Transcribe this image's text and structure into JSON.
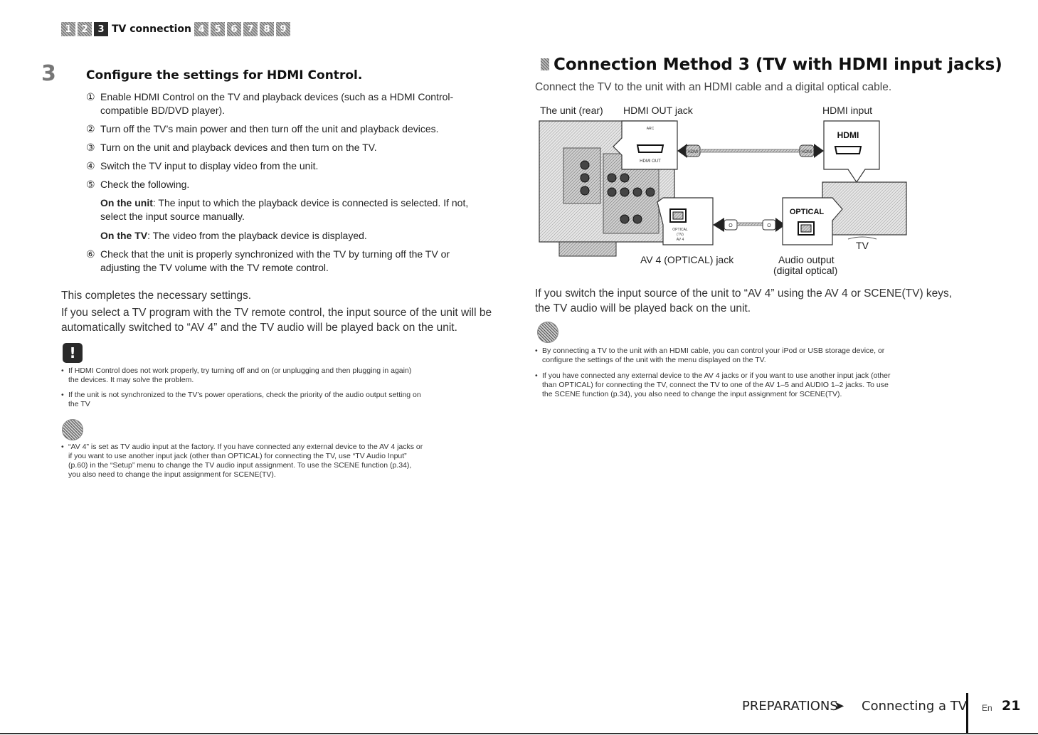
{
  "nav": {
    "steps_before": [
      "1",
      "2"
    ],
    "current_step": "3",
    "current_label": "TV connection",
    "steps_after": [
      "4",
      "5",
      "6",
      "7",
      "8",
      "9"
    ]
  },
  "left": {
    "step_number": "3",
    "step_title": "Configure the settings for HDMI Control.",
    "substeps": [
      {
        "num": "①",
        "lines": [
          "Enable HDMI Control on the TV and playback devices (such as a HDMI Control-",
          "compatible BD/DVD player)."
        ]
      },
      {
        "num": "②",
        "lines": [
          "Turn off the TV’s main power and then turn off the unit and playback devices."
        ]
      },
      {
        "num": "③",
        "lines": [
          "Turn on the unit and playback devices and then turn on the TV."
        ]
      },
      {
        "num": "④",
        "lines": [
          "Switch the TV input to display video from the unit."
        ]
      },
      {
        "num": "⑤",
        "lines": [
          "Check the following."
        ]
      }
    ],
    "check_unit_label": "On the unit",
    "check_unit_text_1": ": The input to which the playback device is connected is selected. If not,",
    "check_unit_text_2": "select the input source manually.",
    "check_tv_label": "On the TV",
    "check_tv_text": ": The video from the playback device is displayed.",
    "substep6_num": "⑥",
    "substep6_line1": "Check that the unit is properly synchronized with the TV by turning off the TV or",
    "substep6_line2": "adjusting the TV volume with the TV remote control.",
    "completes": "This completes the necessary settings.",
    "para_line1": "If you select a TV program with the TV remote control, the input source of the unit will be",
    "para_line2": "automatically switched to “AV 4” and the TV audio will be played back on the unit.",
    "caution_symbol": "!",
    "caution_notes": [
      [
        "If HDMI Control does not work properly, try turning off and on (or unplugging and then plugging in again)",
        "the devices. It may solve the problem."
      ],
      [
        "If the unit is not synchronized to the TV’s power operations, check the priority of the audio output setting on",
        "the TV"
      ]
    ],
    "hint_notes": [
      [
        "“AV 4” is set as TV audio input at the factory. If you have connected any external device to the AV 4 jacks or",
        "if you want to use another input jack (other than OPTICAL) for connecting the TV, use “TV Audio Input”",
        "(p.60) in the “Setup” menu to change the TV audio input assignment. To use the SCENE function (p.34),",
        "you also need to change the input assignment for SCENE(TV)."
      ]
    ]
  },
  "right": {
    "title": "Connection Method 3 (TV with HDMI input jacks)",
    "intro": "Connect the TV to the unit with an HDMI cable and a digital optical cable.",
    "diagram": {
      "unit_rear": "The unit (rear)",
      "hdmi_out_jack": "HDMI OUT jack",
      "hdmi_input": "HDMI input",
      "hdmi_badge": "HDMI",
      "hdmi_out_small": "HDMI OUT",
      "arc_small": "ARC",
      "optical_badge": "OPTICAL",
      "optical_small": "OPTICAL",
      "tv_small": "(TV)",
      "av4_small": "AV 4",
      "cable_hdmi": "HDMI",
      "cable_optical": "O",
      "tv_label": "TV",
      "av4_jack": "AV 4 (OPTICAL) jack",
      "audio_output_1": "Audio output",
      "audio_output_2": "(digital optical)"
    },
    "para_line1": "If you switch the input source of the unit to “AV 4” using the AV 4 or SCENE(TV) keys,",
    "para_line2": "the TV audio will be played back on the unit.",
    "hint_notes": [
      [
        "By connecting a TV to the unit with an HDMI cable, you can control your iPod or USB storage device, or",
        "configure the settings of the unit with the menu displayed on the TV."
      ],
      [
        "If you have connected any external device to the AV 4 jacks or if you want to use another input jack (other",
        "than OPTICAL) for connecting the TV, connect the TV to one of the AV 1–5 and AUDIO 1–2 jacks. To use",
        "the SCENE function (p.34), you also need to change the input assignment for SCENE(TV)."
      ]
    ]
  },
  "footer": {
    "section": "PREPARATIONS",
    "arrow": "➤",
    "page_title": "Connecting a TV",
    "lang": "En",
    "page_number": "21"
  }
}
